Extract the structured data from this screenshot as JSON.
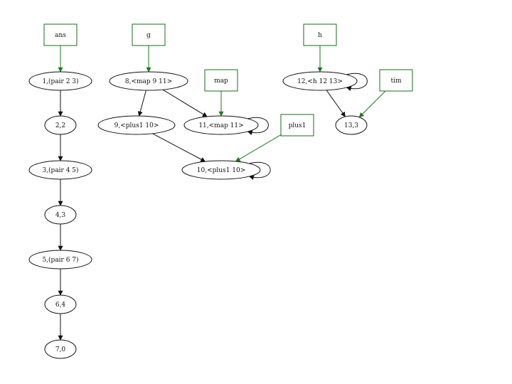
{
  "colors": {
    "node_stroke": "#111111",
    "root_stroke": "#1a6b1a",
    "root_edge": "#1a7a1a",
    "edge": "#111111"
  },
  "roots": [
    {
      "id": "ans",
      "label": "ans"
    },
    {
      "id": "g",
      "label": "g"
    },
    {
      "id": "h",
      "label": "h"
    },
    {
      "id": "map",
      "label": "map"
    },
    {
      "id": "plus1",
      "label": "plus1"
    },
    {
      "id": "tim",
      "label": "tim"
    }
  ],
  "nodes": [
    {
      "id": "n1",
      "label": "1,(pair 2 3)"
    },
    {
      "id": "n2",
      "label": "2,2"
    },
    {
      "id": "n3",
      "label": "3,(pair 4 5)"
    },
    {
      "id": "n4",
      "label": "4,3"
    },
    {
      "id": "n5",
      "label": "5,(pair 6 7)"
    },
    {
      "id": "n6",
      "label": "6,4"
    },
    {
      "id": "n7",
      "label": "7,0"
    },
    {
      "id": "n8",
      "label": "8,<map 9 11>"
    },
    {
      "id": "n9",
      "label": "9,<plus1 10>"
    },
    {
      "id": "n10",
      "label": "10,<plus1 10>"
    },
    {
      "id": "n11",
      "label": "11,<map 11>"
    },
    {
      "id": "n12",
      "label": "12,<h 12 13>"
    },
    {
      "id": "n13",
      "label": "13,3"
    }
  ],
  "root_edges": [
    [
      "ans",
      "n1"
    ],
    [
      "g",
      "n8"
    ],
    [
      "h",
      "n12"
    ],
    [
      "map",
      "n11"
    ],
    [
      "plus1",
      "n10"
    ],
    [
      "tim",
      "n13"
    ]
  ],
  "edges": [
    [
      "n1",
      "n2"
    ],
    [
      "n2",
      "n3"
    ],
    [
      "n3",
      "n4"
    ],
    [
      "n4",
      "n5"
    ],
    [
      "n5",
      "n6"
    ],
    [
      "n6",
      "n7"
    ],
    [
      "n8",
      "n9"
    ],
    [
      "n8",
      "n11"
    ],
    [
      "n9",
      "n10"
    ],
    [
      "n12",
      "n13"
    ]
  ],
  "self_loops": [
    "n10",
    "n11",
    "n12"
  ]
}
